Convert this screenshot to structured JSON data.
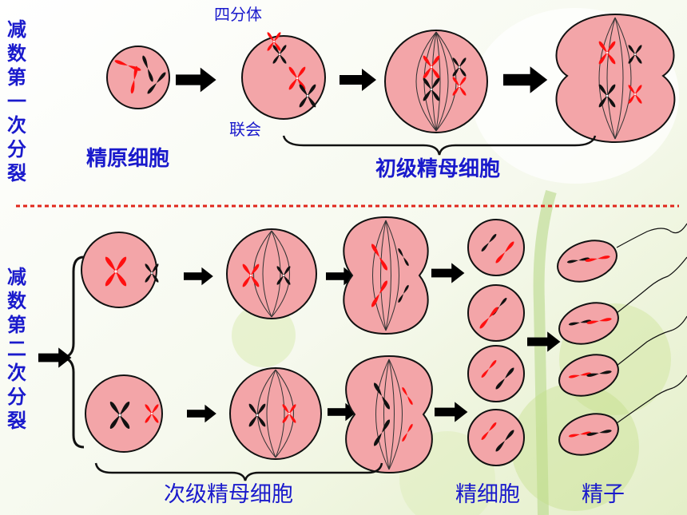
{
  "section_titles": {
    "meiosis_one": "减数第一次分裂",
    "meiosis_two": "减数第二次分裂"
  },
  "labels": {
    "tetrad": "四分体",
    "synapsis": "联会",
    "spermatogonium": "精原细胞",
    "primary_spermatocyte": "初级精母细胞",
    "secondary_spermatocyte": "次级精母细胞",
    "spermatid": "精细胞",
    "sperm": "精子"
  },
  "colors": {
    "cell_fill": "#f3a5a8",
    "chromosome_paternal": "#ff1010",
    "chromosome_maternal": "#111111",
    "label_text": "#1a1acc",
    "divider": "#e0261b"
  }
}
